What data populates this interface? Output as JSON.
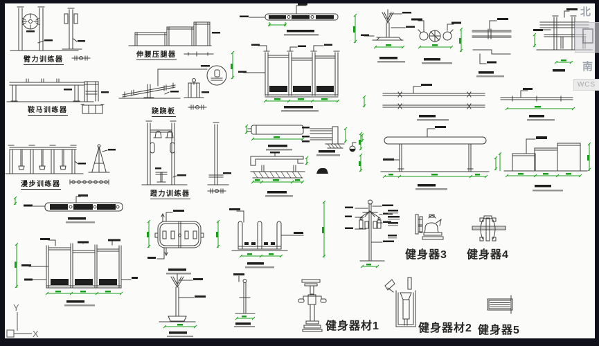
{
  "colors": {
    "frame": "#10101a",
    "canvas": "#fbfbf9",
    "line": "#3c3c3c",
    "dimension_green": "#17a017",
    "watermark_gray": "#9ba3ab"
  },
  "equipment_labels": {
    "arm_trainer": "臂力训练器",
    "leg_press": "伸腰压腿器",
    "pommel_horse": "鞍马训练器",
    "seesaw": "跷跷板",
    "walking_trainer": "漫步训练器",
    "leg_trainer": "蹬力训练器",
    "device_3": "健身器3",
    "device_4": "健身器4",
    "equipment_1": "健身器材1",
    "equipment_2": "健身器材2",
    "device_5": "健身器5"
  },
  "watermarks": {
    "north": "北",
    "south": "南",
    "wcs": "WCS"
  },
  "ucs_axis": {
    "x": "X",
    "y": "Y"
  }
}
